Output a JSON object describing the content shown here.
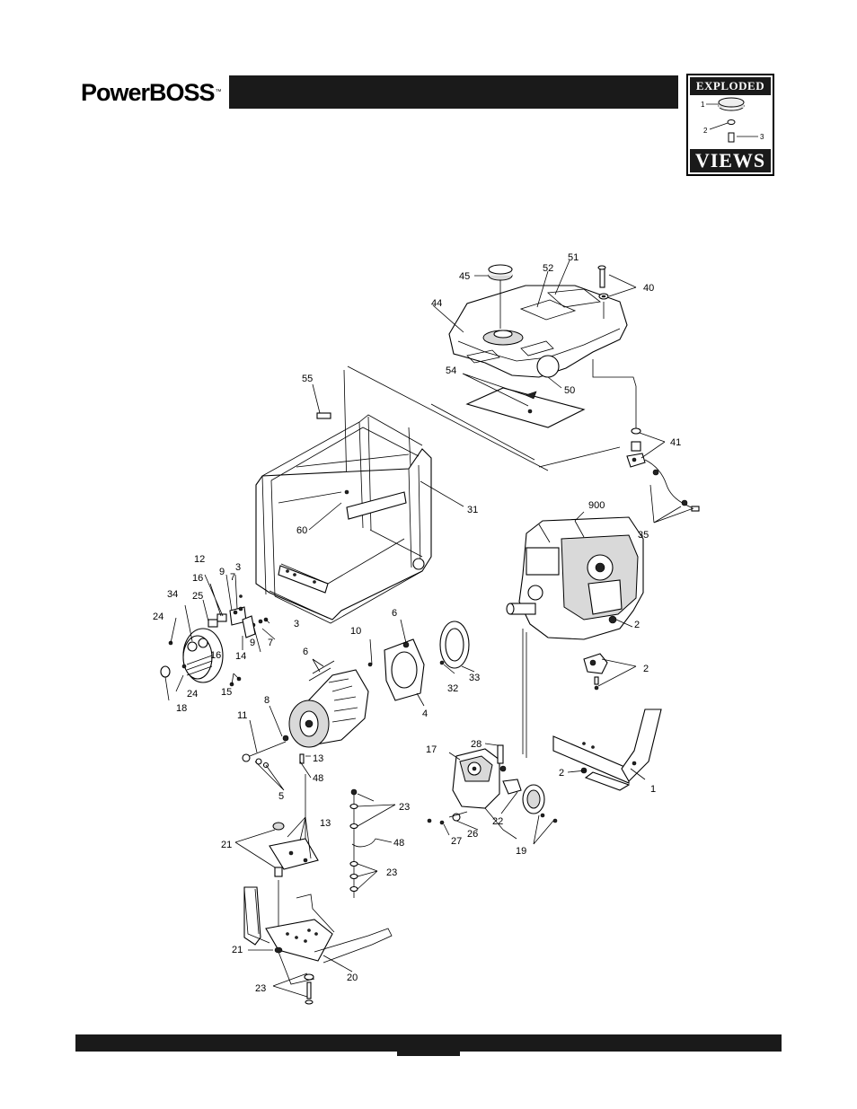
{
  "header": {
    "brand": "PowerBOSS",
    "trademark": "™"
  },
  "badge": {
    "top": "EXPLODED",
    "bottom": "VIEWS",
    "labels": [
      "1",
      "2",
      "3"
    ]
  },
  "callouts": [
    {
      "id": "c45",
      "text": "45"
    },
    {
      "id": "c52",
      "text": "52"
    },
    {
      "id": "c51",
      "text": "51"
    },
    {
      "id": "c40",
      "text": "40"
    },
    {
      "id": "c44",
      "text": "44"
    },
    {
      "id": "c54",
      "text": "54"
    },
    {
      "id": "c50",
      "text": "50"
    },
    {
      "id": "c55",
      "text": "55"
    },
    {
      "id": "c41",
      "text": "41"
    },
    {
      "id": "c31",
      "text": "31"
    },
    {
      "id": "c60",
      "text": "60"
    },
    {
      "id": "c900",
      "text": "900"
    },
    {
      "id": "c35",
      "text": "35"
    },
    {
      "id": "c12",
      "text": "12"
    },
    {
      "id": "c9a",
      "text": "9"
    },
    {
      "id": "c16a",
      "text": "16"
    },
    {
      "id": "c3a",
      "text": "3"
    },
    {
      "id": "c7a",
      "text": "7"
    },
    {
      "id": "c34",
      "text": "34"
    },
    {
      "id": "c25",
      "text": "25"
    },
    {
      "id": "c24a",
      "text": "24"
    },
    {
      "id": "c3b",
      "text": "3"
    },
    {
      "id": "c9b",
      "text": "9"
    },
    {
      "id": "c7b",
      "text": "7"
    },
    {
      "id": "c16b",
      "text": "16"
    },
    {
      "id": "c14",
      "text": "14"
    },
    {
      "id": "c24b",
      "text": "24"
    },
    {
      "id": "c18",
      "text": "18"
    },
    {
      "id": "c15",
      "text": "15"
    },
    {
      "id": "c10",
      "text": "10"
    },
    {
      "id": "c6a",
      "text": "6"
    },
    {
      "id": "c6b",
      "text": "6"
    },
    {
      "id": "c32",
      "text": "32"
    },
    {
      "id": "c33",
      "text": "33"
    },
    {
      "id": "c4",
      "text": "4"
    },
    {
      "id": "c2a",
      "text": "2"
    },
    {
      "id": "c2b",
      "text": "2"
    },
    {
      "id": "c8",
      "text": "8"
    },
    {
      "id": "c11",
      "text": "11"
    },
    {
      "id": "c13a",
      "text": "13"
    },
    {
      "id": "c48a",
      "text": "48"
    },
    {
      "id": "c5",
      "text": "5"
    },
    {
      "id": "c28",
      "text": "28"
    },
    {
      "id": "c17",
      "text": "17"
    },
    {
      "id": "c2c",
      "text": "2"
    },
    {
      "id": "c1",
      "text": "1"
    },
    {
      "id": "c22",
      "text": "22"
    },
    {
      "id": "c23a",
      "text": "23"
    },
    {
      "id": "c21a",
      "text": "21"
    },
    {
      "id": "c13b",
      "text": "13"
    },
    {
      "id": "c48b",
      "text": "48"
    },
    {
      "id": "c23b",
      "text": "23"
    },
    {
      "id": "c26",
      "text": "26"
    },
    {
      "id": "c27",
      "text": "27"
    },
    {
      "id": "c19",
      "text": "19"
    },
    {
      "id": "c21b",
      "text": "21"
    },
    {
      "id": "c20",
      "text": "20"
    },
    {
      "id": "c23c",
      "text": "23"
    }
  ]
}
